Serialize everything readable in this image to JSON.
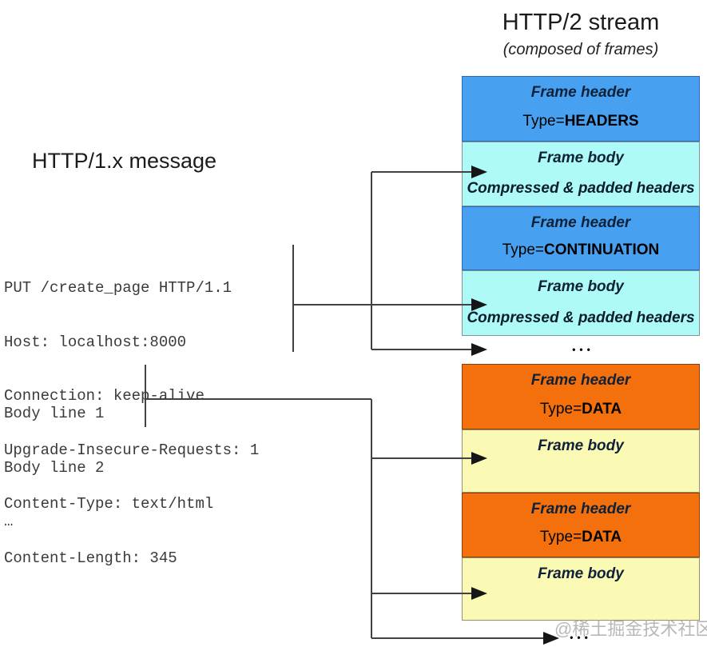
{
  "left": {
    "title": "HTTP/1.x message",
    "request_lines": [
      "PUT /create_page HTTP/1.1",
      "Host: localhost:8000",
      "Connection: keep-alive",
      "Upgrade-Insecure-Requests: 1",
      "Content-Type: text/html",
      "Content-Length: 345"
    ],
    "body_lines": [
      "Body line 1",
      "Body line 2",
      "…"
    ]
  },
  "right": {
    "title": "HTTP/2 stream",
    "subtitle": "(composed of frames)",
    "frames": [
      {
        "label": "Frame header",
        "type_prefix": "Type=",
        "type_value": "HEADERS",
        "palette": "blue"
      },
      {
        "label": "Frame body",
        "detail": "Compressed & padded headers",
        "palette": "cyan"
      },
      {
        "label": "Frame header",
        "type_prefix": "Type=",
        "type_value": "CONTINUATION",
        "palette": "blue"
      },
      {
        "label": "Frame body",
        "detail": "Compressed & padded headers",
        "palette": "cyan"
      },
      {
        "label": "Frame header",
        "type_prefix": "Type=",
        "type_value": "DATA",
        "palette": "orange"
      },
      {
        "label": "Frame body",
        "palette": "yellow"
      },
      {
        "label": "Frame header",
        "type_prefix": "Type=",
        "type_value": "DATA",
        "palette": "orange"
      },
      {
        "label": "Frame body",
        "palette": "yellow"
      }
    ],
    "ellipsis_mid": "•••",
    "ellipsis_bottom": "•••"
  },
  "watermark": "@稀土掘金技术社区",
  "colors": {
    "frame_header_blue": "#47a1f0",
    "frame_body_cyan": "#adfaf6",
    "frame_header_orange": "#f3700d",
    "frame_body_yellow": "#fbfab5",
    "connector_line": "#424242",
    "arrowhead": "#161616",
    "watermark_gray": "#acacac"
  }
}
